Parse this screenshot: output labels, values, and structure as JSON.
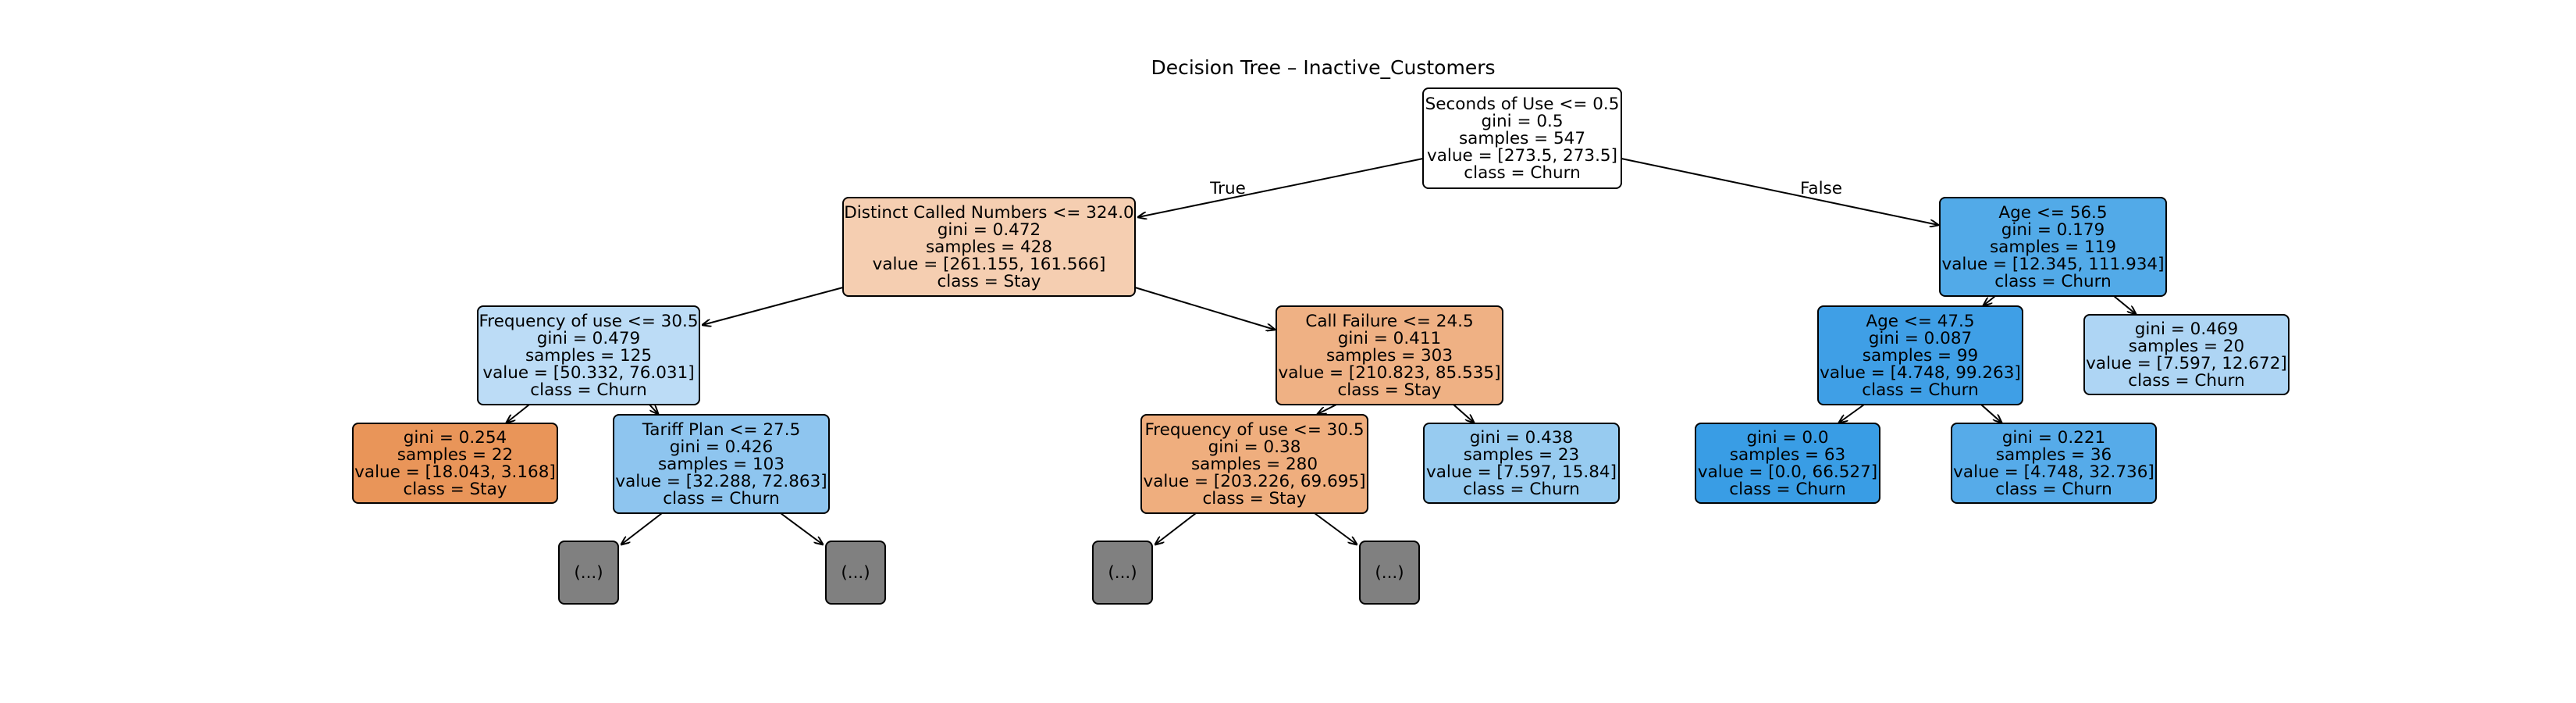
{
  "title": "Decision Tree – Inactive_Customers",
  "colors": {
    "truncated": "#808080",
    "stay_strong": "#e99559",
    "stay_mid": "#efae7e",
    "stay_light": "#f5ceb1",
    "churn_strong": "#399de5",
    "churn_mid": "#52aae8",
    "churn_light": "#8ec5ef",
    "churn_pale": "#bcdcf6",
    "churn_paler": "#aed5f4",
    "churn_soft": "#97cbf0",
    "churn_deep": "#3f9fe6"
  },
  "edge_labels": {
    "true_label": "True",
    "false_label": "False"
  },
  "nodes": [
    {
      "id": "n0",
      "color": "#ffffff",
      "lines": [
        "Seconds of Use <= 0.5",
        "gini = 0.5",
        "samples = 547",
        "value = [273.5, 273.5]",
        "class = Churn"
      ]
    },
    {
      "id": "n1",
      "color": "#f5ceb1",
      "lines": [
        "Distinct Called Numbers <= 324.0",
        "gini = 0.472",
        "samples = 428",
        "value = [261.155, 161.566]",
        "class = Stay"
      ]
    },
    {
      "id": "n2",
      "color": "#bcdcf6",
      "lines": [
        "Frequency of use <= 30.5",
        "gini = 0.479",
        "samples = 125",
        "value = [50.332, 76.031]",
        "class = Churn"
      ]
    },
    {
      "id": "n3",
      "color": "#e99559",
      "lines": [
        "gini = 0.254",
        "samples = 22",
        "value = [18.043, 3.168]",
        "class = Stay"
      ]
    },
    {
      "id": "n4",
      "color": "#8ec5ef",
      "lines": [
        "Tariff Plan <= 27.5",
        "gini = 0.426",
        "samples = 103",
        "value = [32.288, 72.863]",
        "class = Churn"
      ]
    },
    {
      "id": "n5",
      "color": "#808080",
      "lines": [
        "(...)"
      ]
    },
    {
      "id": "n6",
      "color": "#808080",
      "lines": [
        "(...)"
      ]
    },
    {
      "id": "n7",
      "color": "#efb184",
      "lines": [
        "Call Failure <= 24.5",
        "gini = 0.411",
        "samples = 303",
        "value = [210.823, 85.535]",
        "class = Stay"
      ]
    },
    {
      "id": "n8",
      "color": "#efae7e",
      "lines": [
        "Frequency of use <= 30.5",
        "gini = 0.38",
        "samples = 280",
        "value = [203.226, 69.695]",
        "class = Stay"
      ]
    },
    {
      "id": "n9",
      "color": "#808080",
      "lines": [
        "(...)"
      ]
    },
    {
      "id": "n10",
      "color": "#808080",
      "lines": [
        "(...)"
      ]
    },
    {
      "id": "n11",
      "color": "#97cbf0",
      "lines": [
        "gini = 0.438",
        "samples = 23",
        "value = [7.597, 15.84]",
        "class = Churn"
      ]
    },
    {
      "id": "n12",
      "color": "#52aae8",
      "lines": [
        "Age <= 56.5",
        "gini = 0.179",
        "samples = 119",
        "value = [12.345, 111.934]",
        "class = Churn"
      ]
    },
    {
      "id": "n13",
      "color": "#3f9fe6",
      "lines": [
        "Age <= 47.5",
        "gini = 0.087",
        "samples = 99",
        "value = [4.748, 99.263]",
        "class = Churn"
      ]
    },
    {
      "id": "n14",
      "color": "#399de5",
      "lines": [
        "gini = 0.0",
        "samples = 63",
        "value = [0.0, 66.527]",
        "class = Churn"
      ]
    },
    {
      "id": "n15",
      "color": "#56abe9",
      "lines": [
        "gini = 0.221",
        "samples = 36",
        "value = [4.748, 32.736]",
        "class = Churn"
      ]
    },
    {
      "id": "n16",
      "color": "#aed5f4",
      "lines": [
        "gini = 0.469",
        "samples = 20",
        "value = [7.597, 12.672]",
        "class = Churn"
      ]
    }
  ],
  "edges": [
    [
      "n0",
      "n1"
    ],
    [
      "n0",
      "n12"
    ],
    [
      "n1",
      "n2"
    ],
    [
      "n1",
      "n7"
    ],
    [
      "n2",
      "n3"
    ],
    [
      "n2",
      "n4"
    ],
    [
      "n4",
      "n5"
    ],
    [
      "n4",
      "n6"
    ],
    [
      "n7",
      "n8"
    ],
    [
      "n7",
      "n11"
    ],
    [
      "n8",
      "n9"
    ],
    [
      "n8",
      "n10"
    ],
    [
      "n12",
      "n13"
    ],
    [
      "n12",
      "n16"
    ],
    [
      "n13",
      "n14"
    ],
    [
      "n13",
      "n15"
    ]
  ]
}
